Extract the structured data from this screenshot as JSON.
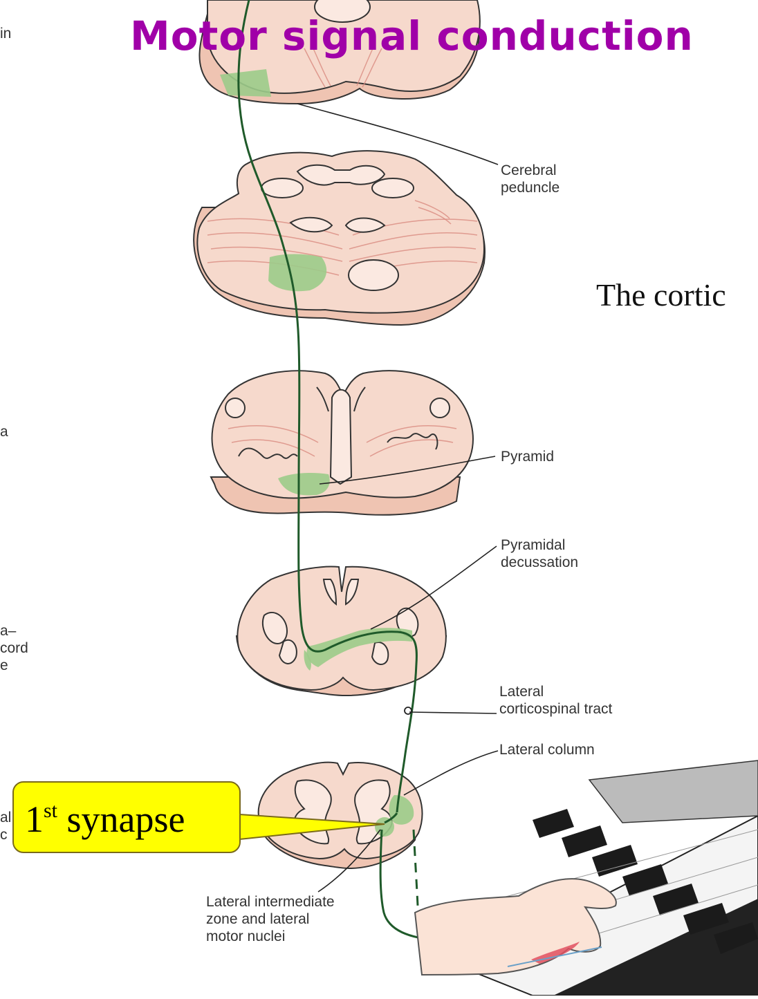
{
  "title": "Motor signal conduction",
  "labels": {
    "cerebral_peduncle": "Cerebral\npeduncle",
    "pyramid": "Pyramid",
    "pyramidal_decussation": "Pyramidal\ndecussation",
    "lateral_corticospinal_tract": "Lateral\ncorticospinal tract",
    "lateral_column": "Lateral column",
    "lateral_intermediate_zone": "Lateral intermediate\nzone and lateral\nmotor nuclei"
  },
  "truncated_left_labels": {
    "midbrain_fragment": "in",
    "medulla_fragment": "a",
    "junction_fragment": "a–\ncord\ne",
    "bottom_fragment": "al\nc"
  },
  "right_text": "The cortic",
  "callout": {
    "ordinal_number": "1",
    "ordinal_suffix": "st",
    "word": "synapse"
  },
  "colors": {
    "title": "#a000a8",
    "tissue": "#f6d9cc",
    "tissue_edge": "#f0c4b4",
    "tract": "#9ccb8a",
    "axon": "#1f5a2a",
    "fiber": "#d98a80",
    "callout_fill": "#ffff00",
    "muscle": "#e05060"
  }
}
